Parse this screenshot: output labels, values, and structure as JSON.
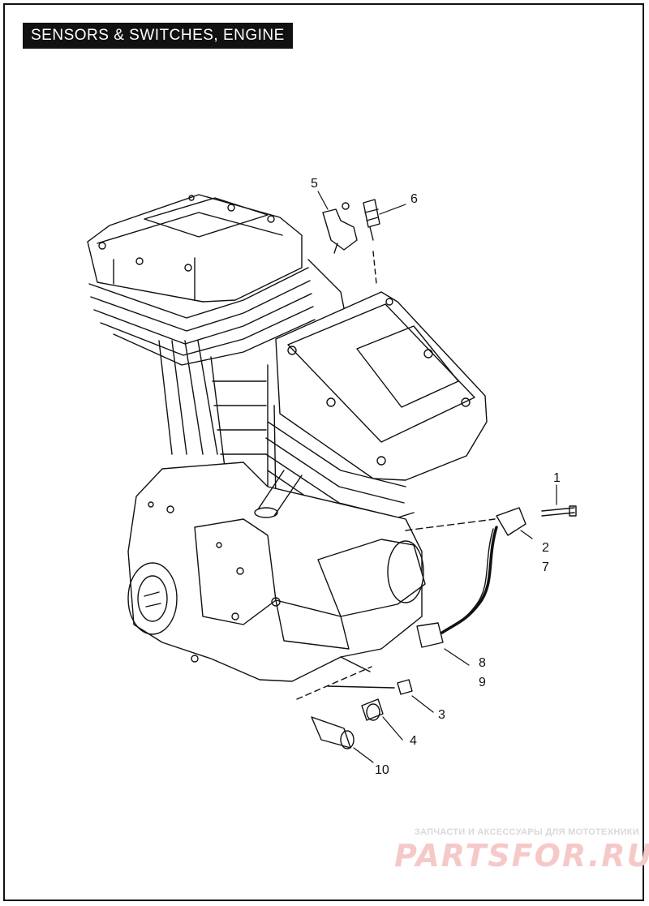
{
  "title": "SENSORS & SWITCHES, ENGINE",
  "callouts": [
    "1",
    "2",
    "7",
    "3",
    "4",
    "5",
    "6",
    "8",
    "9",
    "10"
  ],
  "watermark": {
    "tagline": "ЗАПЧАСТИ И АКСЕССУАРЫ ДЛЯ МОТОТЕХНИКИ",
    "brand": "PARTSFOR.RU"
  }
}
